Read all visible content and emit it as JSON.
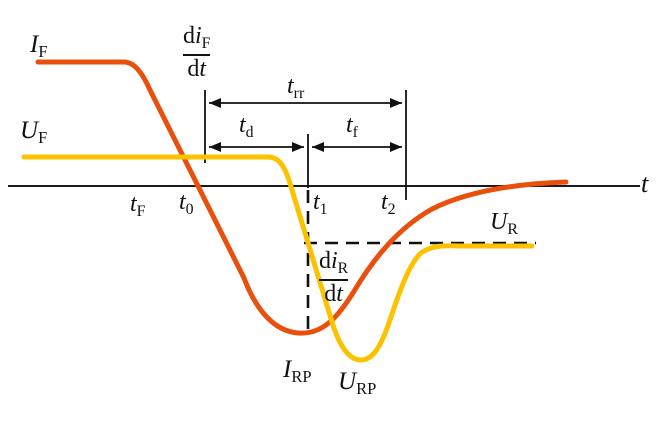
{
  "colors": {
    "current_curve": "#ea500d",
    "voltage_curve": "#fcc200",
    "axis": "#1a1a1a"
  },
  "labels": {
    "IF": {
      "base": "I",
      "sub": "F"
    },
    "UF": {
      "base": "U",
      "sub": "F"
    },
    "UR": {
      "base": "U",
      "sub": "R"
    },
    "IRP": {
      "base": "I",
      "sub": "RP"
    },
    "URP": {
      "base": "U",
      "sub": "RP"
    },
    "tF": {
      "base": "t",
      "sub": "F"
    },
    "t0": {
      "base": "t",
      "sub": "0"
    },
    "t1": {
      "base": "t",
      "sub": "1"
    },
    "t2": {
      "base": "t",
      "sub": "2"
    },
    "trr": {
      "base": "t",
      "sub": "rr"
    },
    "td": {
      "base": "t",
      "sub": "d"
    },
    "tf": {
      "base": "t",
      "sub": "f"
    },
    "t_axis": "t",
    "diF_dt": {
      "num_d": "d",
      "num_i": "i",
      "num_sub": "F",
      "den_d": "d",
      "den_t": "t"
    },
    "diR_dt": {
      "num_d": "d",
      "num_i": "i",
      "num_sub": "R",
      "den_d": "d",
      "den_t": "t"
    }
  }
}
